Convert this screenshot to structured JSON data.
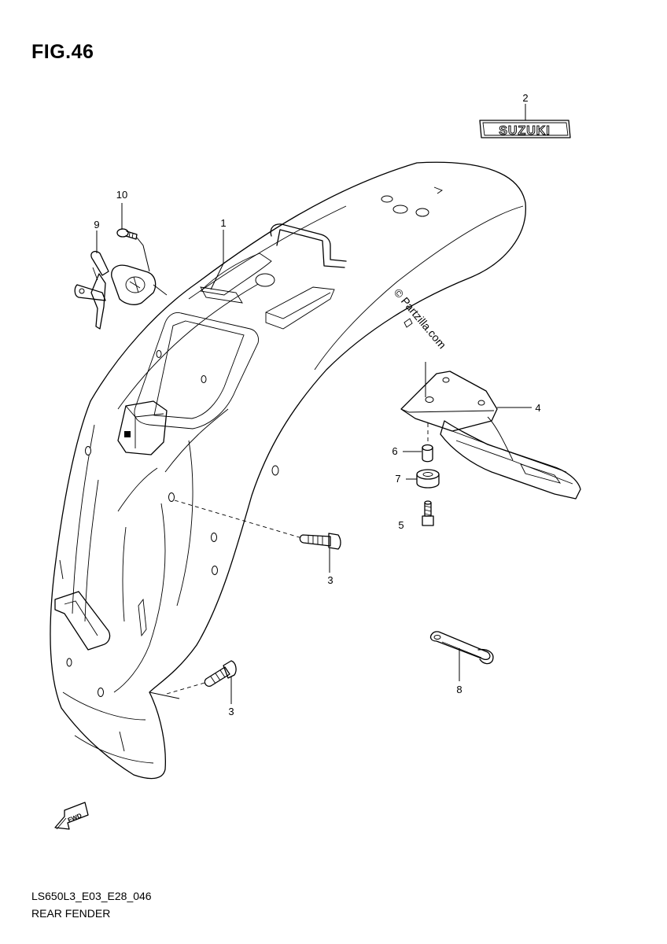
{
  "header": {
    "figure_label": "FIG.46"
  },
  "footer": {
    "diagram_code": "LS650L3_E03_E28_046",
    "diagram_name": "REAR FENDER"
  },
  "emblem": {
    "text": "SUZUKI"
  },
  "watermark": {
    "text": "© Partzilla.com"
  },
  "direction_arrow": {
    "text": "FWD"
  },
  "callouts": [
    {
      "id": "1",
      "label": "1"
    },
    {
      "id": "2",
      "label": "2"
    },
    {
      "id": "3a",
      "label": "3"
    },
    {
      "id": "3b",
      "label": "3"
    },
    {
      "id": "4",
      "label": "4"
    },
    {
      "id": "5",
      "label": "5"
    },
    {
      "id": "6",
      "label": "6"
    },
    {
      "id": "7",
      "label": "7"
    },
    {
      "id": "8",
      "label": "8"
    },
    {
      "id": "9",
      "label": "9"
    },
    {
      "id": "10",
      "label": "10"
    }
  ]
}
